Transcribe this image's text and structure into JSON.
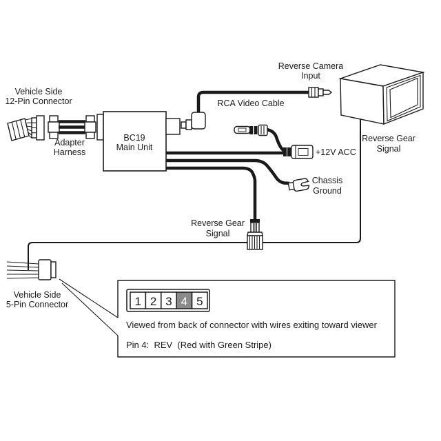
{
  "diagram": {
    "labels": {
      "vehicle12_line1": "Vehicle Side",
      "vehicle12_line2": "12-Pin Connector",
      "adapter_line1": "Adapter",
      "adapter_line2": "Harness",
      "unit_line1": "BC19",
      "unit_line2": "Main Unit",
      "rca_cable": "RCA Video Cable",
      "camera_line1": "Reverse Camera",
      "camera_line2": "Input",
      "headunit_signal_line1": "Reverse Gear",
      "headunit_signal_line2": "Signal",
      "acc": "+12V ACC",
      "ground_line1": "Chassis",
      "ground_line2": "Ground",
      "reverse_line1": "Reverse Gear",
      "reverse_line2": "Signal",
      "vehicle5_line1": "Vehicle Side",
      "vehicle5_line2": "5-Pin Connector"
    },
    "callout": {
      "pins": [
        "1",
        "2",
        "3",
        "4",
        "5"
      ],
      "highlighted_pin": "4",
      "view_note": "Viewed from back of connector with wires exiting toward viewer",
      "pin_note": "Pin 4:  REV  (Red with Green Stripe)"
    },
    "colors": {
      "line": "#1a1a1a",
      "highlight_cell": "#8a8a8a",
      "background": "#ffffff"
    }
  }
}
